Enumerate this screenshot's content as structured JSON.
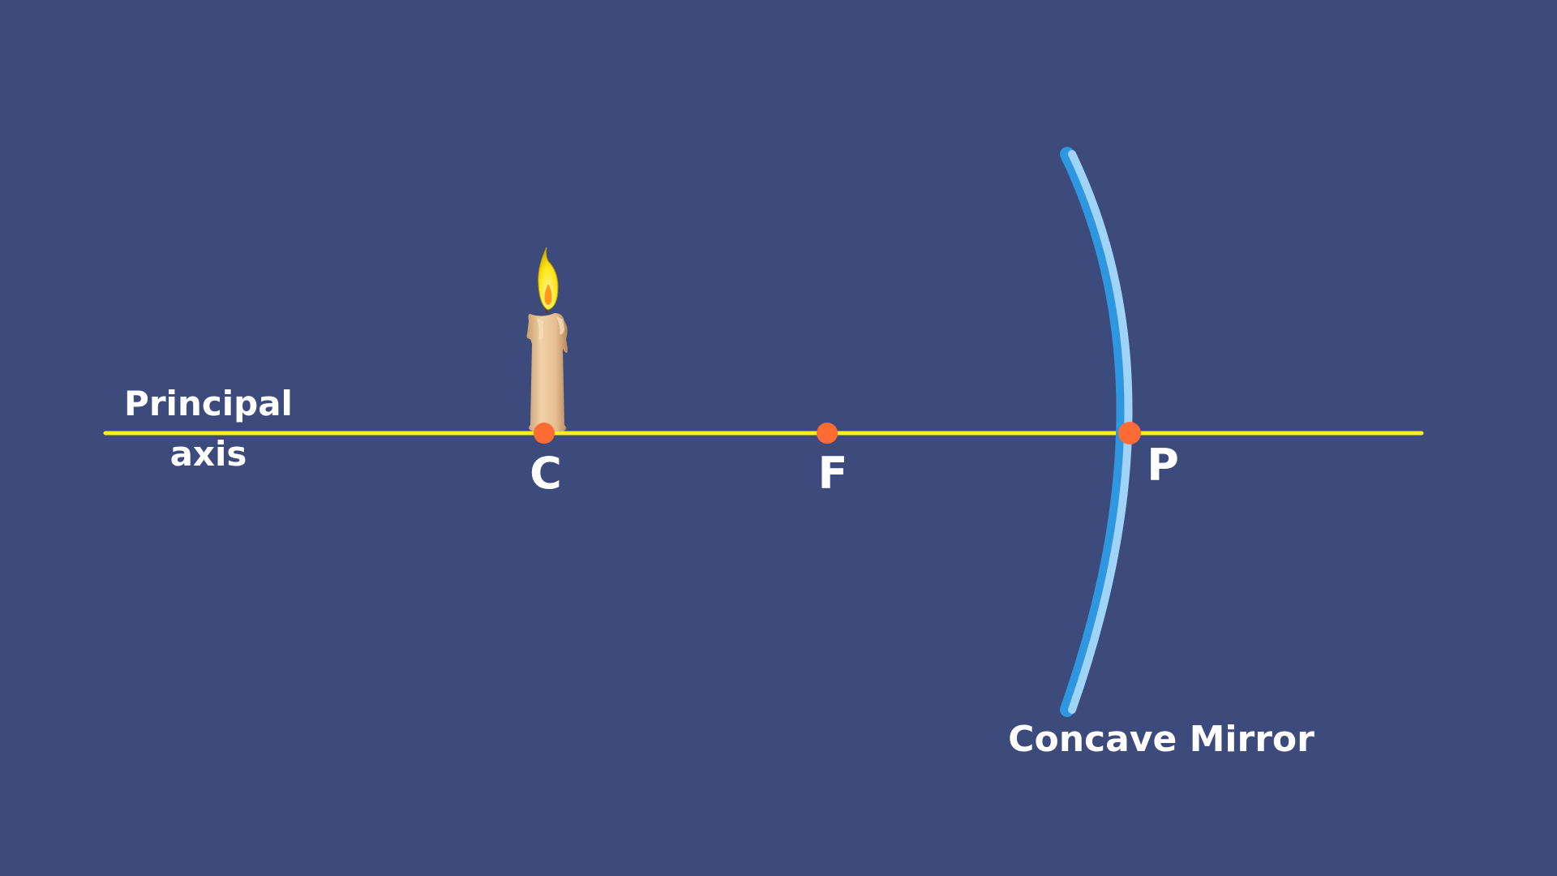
{
  "labels": {
    "axis_line1": "Principal",
    "axis_line2": "axis",
    "center": "C",
    "focus": "F",
    "pole": "P",
    "mirror": "Concave Mirror"
  },
  "colors": {
    "background": "#3d4a7c",
    "axis": "#f7f01c",
    "points": "#ff6b35",
    "mirror_light": "#9fd3f7",
    "mirror_dark": "#2f96e0",
    "text": "#ffffff"
  }
}
